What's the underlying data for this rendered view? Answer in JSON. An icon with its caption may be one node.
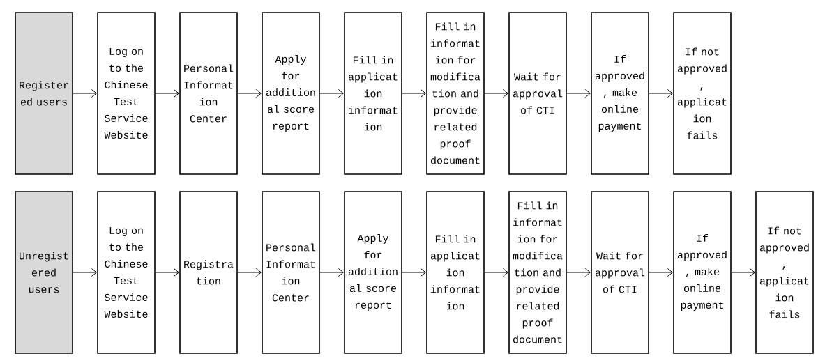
{
  "diagram": {
    "nodes": [
      {
        "text": [
          "Register ed users"
        ]
      },
      {
        "text": [
          "Log on to the Chinese Test Service Website"
        ]
      },
      {
        "text": [
          "Personal Informat ion Center"
        ]
      },
      {
        "text": [
          "Apply for addition al score report"
        ]
      },
      {
        "text": [
          "Fill in applicat ion informat ion"
        ]
      },
      {
        "text": [
          "Fill in informat ion for modifica tion and provide related proof document"
        ]
      },
      {
        "text": [
          "Wait for approval of CTI"
        ]
      },
      {
        "text": [
          "If approved , make online payment"
        ]
      },
      {
        "text": [
          "If not approved , applicat ion fails"
        ]
      },
      {
        "text": [
          "Unregist ered users"
        ]
      },
      {
        "text": [
          "Log on to the Chinese Test Service Website"
        ]
      },
      {
        "text": [
          "Registra tion"
        ]
      },
      {
        "text": [
          "Personal Informat ion Center"
        ]
      },
      {
        "text": [
          "Apply for addition al score report"
        ]
      },
      {
        "text": [
          "Fill in applicat ion informat ion"
        ]
      },
      {
        "text": [
          "Fill in informat ion for modifica tion and provide related proof document"
        ]
      },
      {
        "text": [
          "Wait for approval of CTI"
        ]
      },
      {
        "text": [
          "If approved , make online payment"
        ]
      },
      {
        "text": [
          "If not approved , applicat ion fails"
        ]
      }
    ],
    "edges": [
      {
        "from": 0,
        "to": 1,
        "arrow": "to"
      },
      {
        "from": 1,
        "to": 2,
        "arrow": "to"
      },
      {
        "from": 2,
        "to": 3,
        "arrow": "to"
      },
      {
        "from": 3,
        "to": 4,
        "arrow": "to"
      },
      {
        "from": 4,
        "to": 5,
        "arrow": "to"
      },
      {
        "from": 5,
        "to": 6,
        "arrow": "to"
      },
      {
        "from": 6,
        "to": 7,
        "arrow": "to"
      },
      {
        "from": 7,
        "to": 8,
        "arrow": "to"
      },
      {
        "from": 9,
        "to": 10,
        "arrow": "to"
      },
      {
        "from": 10,
        "to": 11,
        "arrow": "to"
      },
      {
        "from": 11,
        "to": 12,
        "arrow": "to"
      },
      {
        "from": 12,
        "to": 13,
        "arrow": "to"
      },
      {
        "from": 13,
        "to": 14,
        "arrow": "to"
      },
      {
        "from": 14,
        "to": 15,
        "arrow": "to"
      },
      {
        "from": 15,
        "to": 16,
        "arrow": "to"
      },
      {
        "from": 16,
        "to": 17,
        "arrow": "to"
      },
      {
        "from": 17,
        "to": 18,
        "arrow": "to"
      }
    ]
  }
}
